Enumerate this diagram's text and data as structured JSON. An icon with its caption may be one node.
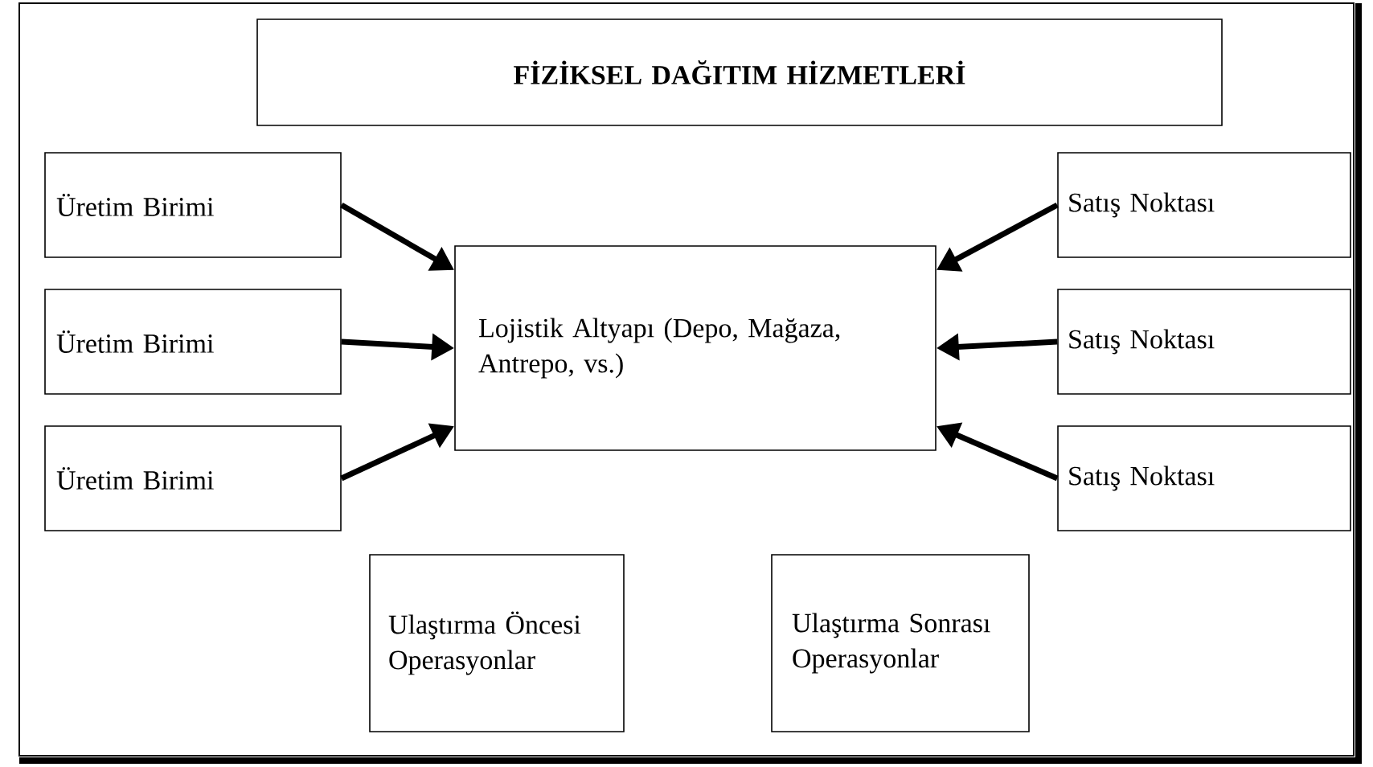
{
  "diagram": {
    "nodes": [
      {
        "text": [
          "FİZİKSEL DAĞITIM HİZMETLERİ"
        ]
      },
      {
        "text": [
          "Üretim Birimi"
        ]
      },
      {
        "text": [
          "Üretim Birimi"
        ]
      },
      {
        "text": [
          "Üretim Birimi"
        ]
      },
      {
        "text": [
          "Satış Noktası"
        ]
      },
      {
        "text": [
          "Satış Noktası"
        ]
      },
      {
        "text": [
          "Satış Noktası"
        ]
      },
      {
        "text": [
          "Lojistik Altyapı (Depo, Mağaza, Antrepo, vs.)"
        ]
      },
      {
        "text": [
          "Ulaştırma Öncesi Operasyonlar"
        ]
      },
      {
        "text": [
          "Ulaştırma Sonrası Operasyonlar"
        ]
      }
    ],
    "edges": [
      {
        "from": 1,
        "to": 7,
        "arrow": "to"
      },
      {
        "from": 2,
        "to": 7,
        "arrow": "to"
      },
      {
        "from": 3,
        "to": 7,
        "arrow": "to"
      },
      {
        "from": 4,
        "to": 7,
        "arrow": "to"
      },
      {
        "from": 5,
        "to": 7,
        "arrow": "to"
      },
      {
        "from": 6,
        "to": 7,
        "arrow": "to"
      }
    ]
  }
}
